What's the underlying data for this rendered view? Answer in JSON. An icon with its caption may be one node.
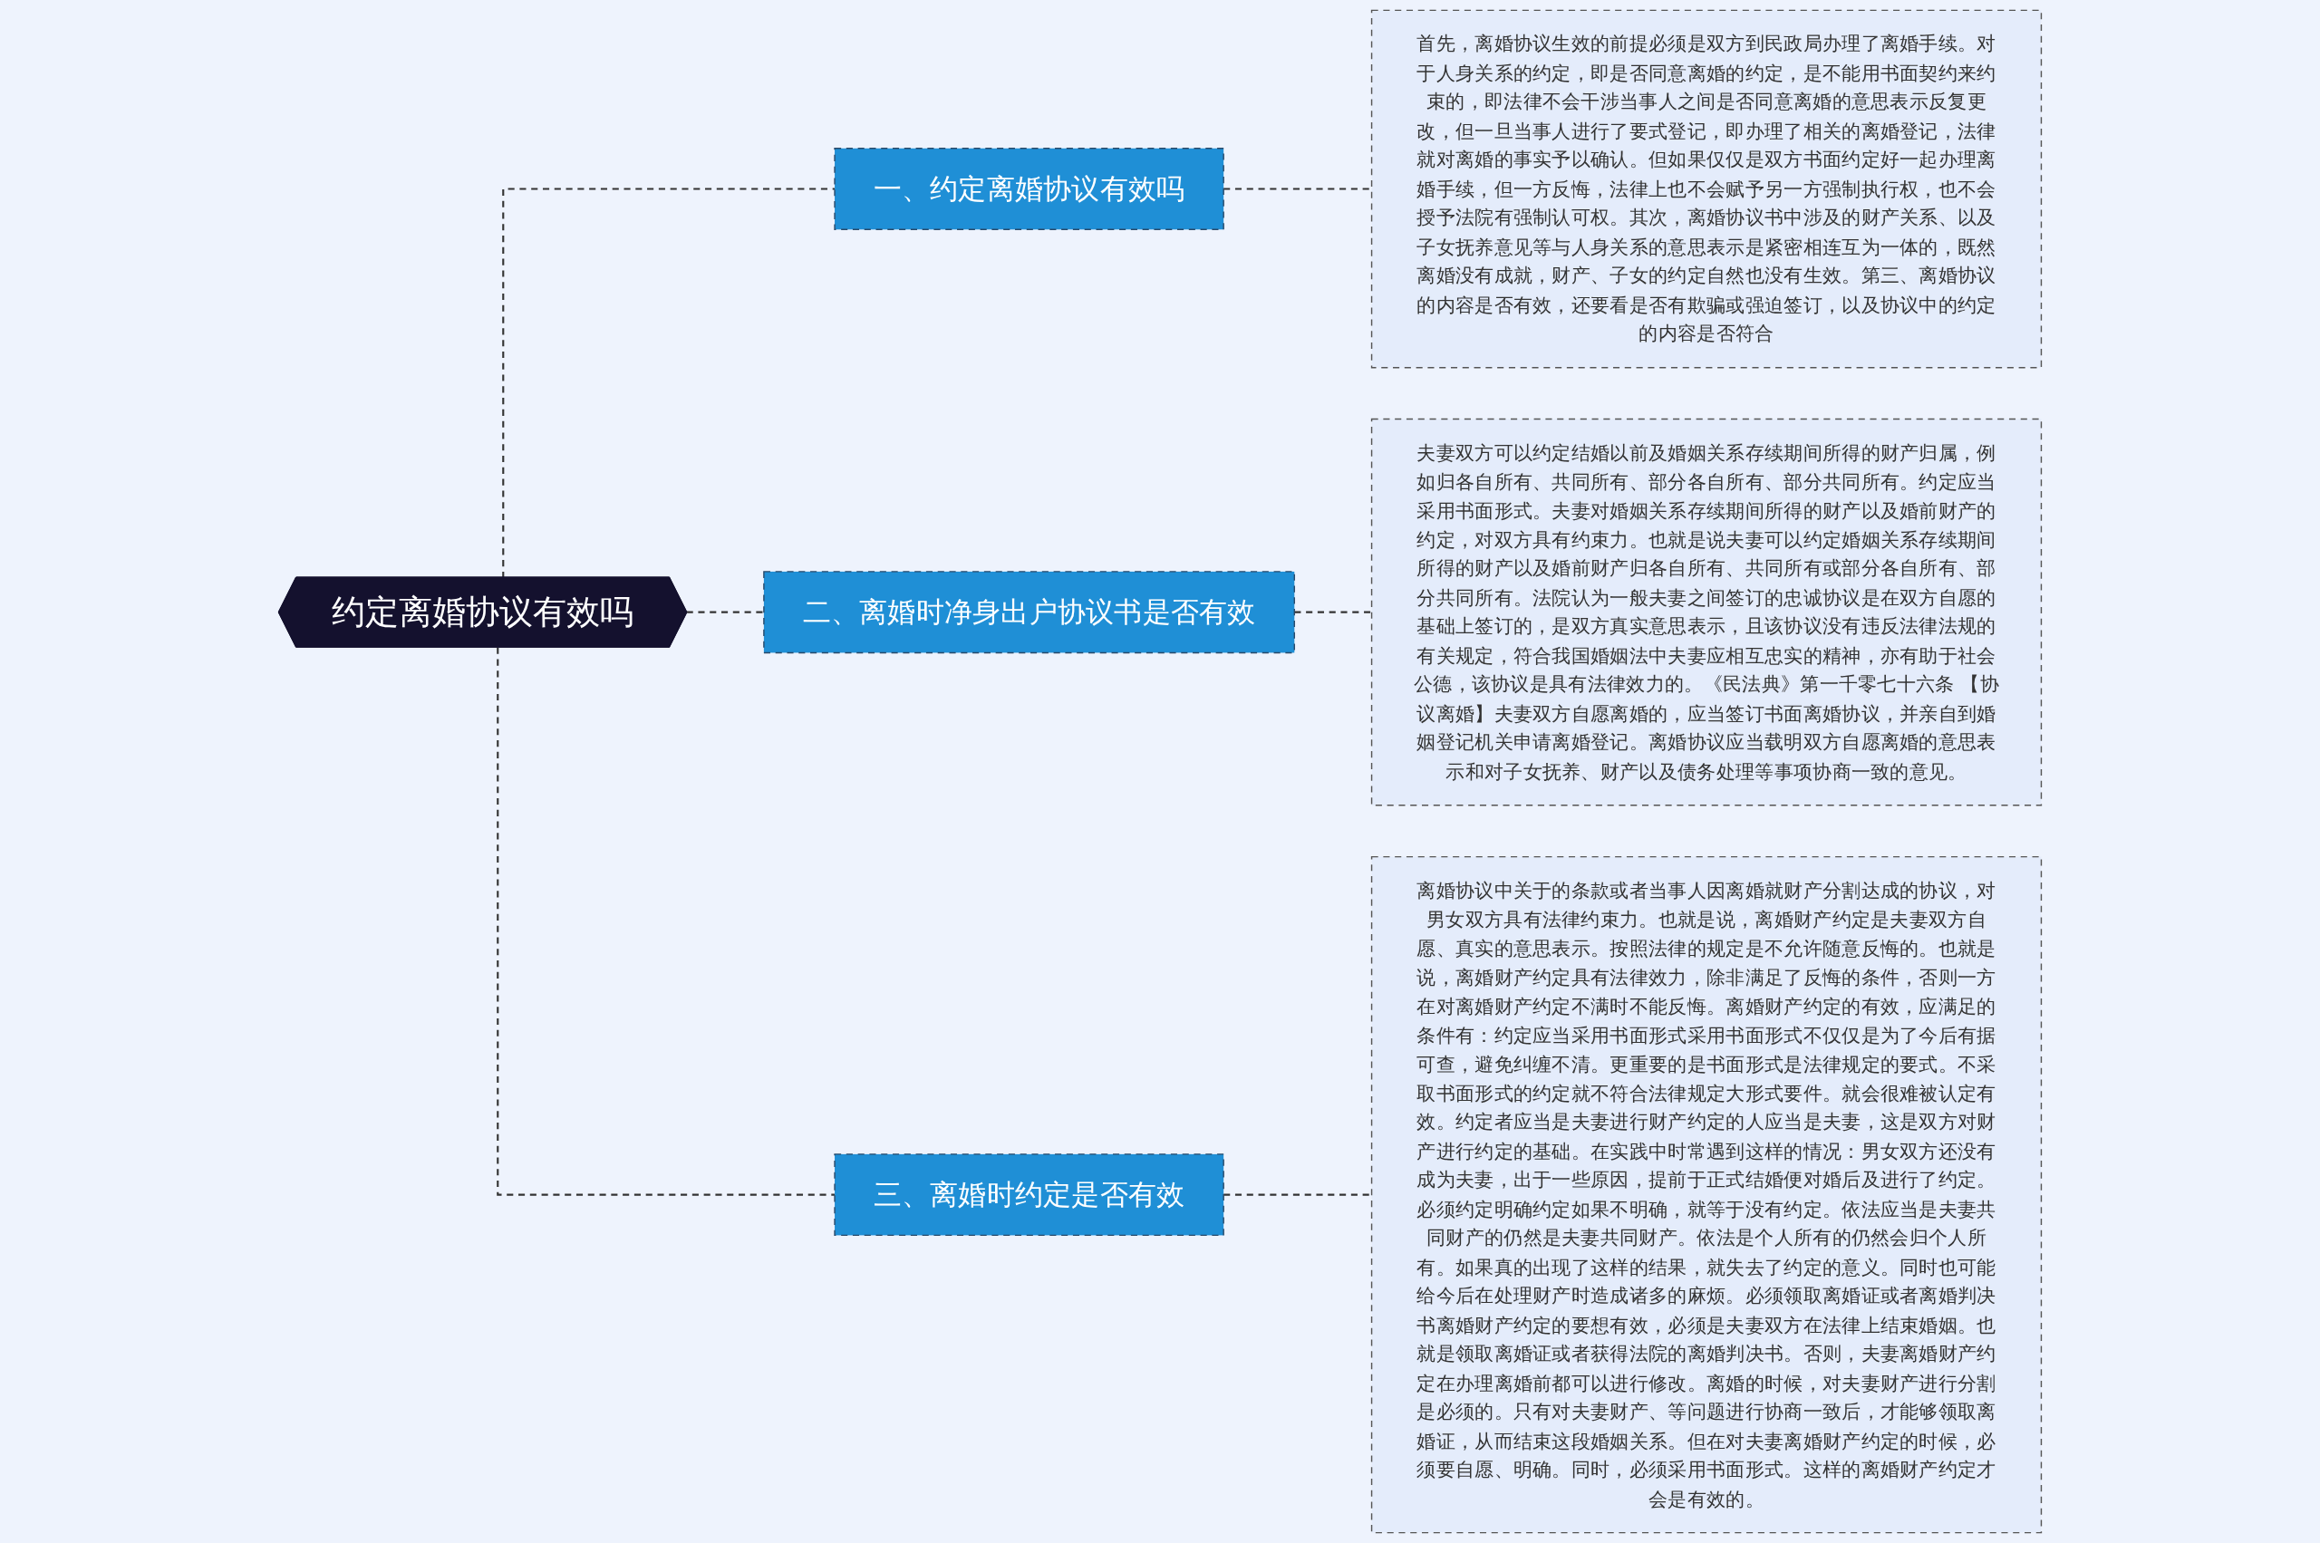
{
  "diagram": {
    "nodes": [
      {
        "text": [
          "约定离婚协议有效吗"
        ]
      },
      {
        "text": [
          "一、约定离婚协议有效吗"
        ]
      },
      {
        "text": [
          "首先，离婚协议生效的前提必须是双方到民政局办理了离婚手续。对于人身关系的约定，即是否同意离婚的约定，是不能用书面契约来约束的，即法律不会干涉当事人之间是否同意离婚的意思表示反复更改，但一旦当事人进行了要式登记，即办理了相关的离婚登记，法律就对离婚的事实予以确认。但如果仅仅是双方书面约定好一起办理离婚手续，但一方反悔，法律上也不会赋予另一方强制执行权，也不会授予法院有强制认可权。其次，离婚协议书中涉及的财产关系、以及子女抚养意见等与人身关系的意思表示是紧密相连互为一体的，既然离婚没有成就，财产、子女的约定自然也没有生效。第三、离婚协议的内容是否有效，还要看是否有欺骗或强迫签订，以及协议中的约定的内容是否符合"
        ]
      },
      {
        "text": [
          "二、离婚时净身出户协议书是否有效"
        ]
      },
      {
        "text": [
          "夫妻双方可以约定结婚以前及婚姻关系存续期间所得的财产归属，例如归各自所有、共同所有、部分各自所有、部分共同所有。约定应当采用书面形式。夫妻对婚姻关系存续期间所得的财产以及婚前财产的约定，对双方具有约束力。也就是说夫妻可以约定婚姻关系存续期间所得的财产以及婚前财产归各自所有、共同所有或部分各自所有、部分共同所有。法院认为一般夫妻之间签订的忠诚协议是在双方自愿的基础上签订的，是双方真实意思表示，且该协议没有违反法律法规的有关规定，符合我国婚姻法中夫妻应相互忠实的精神，亦有助于社会公德，该协议是具有法律效力的。《民法典》第一千零七十六条 【协议离婚】夫妻双方自愿离婚的，应当签订书面离婚协议，并亲自到婚姻登记机关申请离婚登记。离婚协议应当载明双方自愿离婚的意思表示和对子女抚养、财产以及债务处理等事项协商一致的意见。"
        ]
      },
      {
        "text": [
          "三、离婚时约定是否有效"
        ]
      },
      {
        "text": [
          "离婚协议中关于的条款或者当事人因离婚就财产分割达成的协议，对男女双方具有法律约束力。也就是说，离婚财产约定是夫妻双方自愿、真实的意思表示。按照法律的规定是不允许随意反悔的。也就是说，离婚财产约定具有法律效力，除非满足了反悔的条件，否则一方在对离婚财产约定不满时不能反悔。离婚财产约定的有效，应满足的条件有：约定应当采用书面形式采用书面形式不仅仅是为了今后有据可查，避免纠缠不清。更重要的是书面形式是法律规定的要式。不采取书面形式的约定就不符合法律规定大形式要件。就会很难被认定有效。约定者应当是夫妻进行财产约定的人应当是夫妻，这是双方对财产进行约定的基础。在实践中时常遇到这样的情况：男女双方还没有成为夫妻，出于一些原因，提前于正式结婚便对婚后及进行了约定。必须约定明确约定如果不明确，就等于没有约定。依法应当是夫妻共同财产的仍然是夫妻共同财产。依法是个人所有的仍然会归个人所有。如果真的出现了这样的结果，就失去了约定的意义。同时也可能给今后在处理财产时造成诸多的麻烦。必须领取离婚证或者离婚判决书离婚财产约定的要想有效，必须是夫妻双方在法律上结束婚姻。也就是领取离婚证或者获得法院的离婚判决书。否则，夫妻离婚财产约定在办理离婚前都可以进行修改。离婚的时候，对夫妻财产进行分割是必须的。只有对夫妻财产、等问题进行协商一致后，才能够领取离婚证，从而结束这段婚姻关系。但在对夫妻离婚财产约定的时候，必须要自愿、明确。同时，必须采用书面形式。这样的离婚财产约定才会是有效的。"
        ]
      }
    ],
    "edges": [
      {
        "from": 0,
        "to": 1,
        "arrow": "none",
        "style": "dashed"
      },
      {
        "from": 1,
        "to": 2,
        "arrow": "none",
        "style": "dashed"
      },
      {
        "from": 0,
        "to": 3,
        "arrow": "none",
        "style": "dashed"
      },
      {
        "from": 3,
        "to": 4,
        "arrow": "none",
        "style": "dashed"
      },
      {
        "from": 0,
        "to": 5,
        "arrow": "none",
        "style": "dashed"
      },
      {
        "from": 5,
        "to": 6,
        "arrow": "none",
        "style": "dashed"
      }
    ]
  }
}
